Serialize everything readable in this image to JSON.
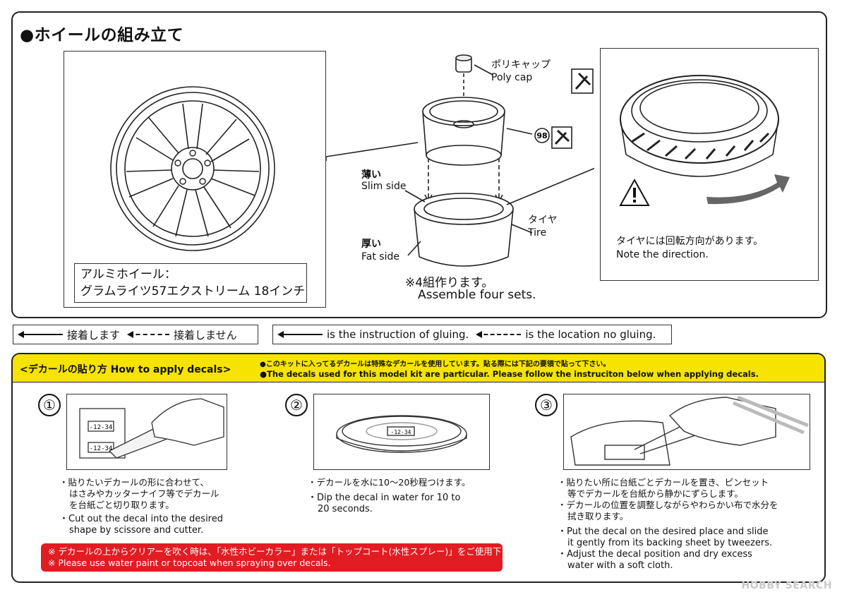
{
  "wheel_section": {
    "title": "●ホイールの組み立て",
    "wheel_name_line1": "アルミホイール：",
    "wheel_name_line2": "グラムライツ57エクストリーム 18インチ",
    "polycap_jp": "ポリキャップ",
    "polycap_en": "Poly cap",
    "part_number": "98",
    "slim_jp": "薄い",
    "slim_en": "Slim side",
    "fat_jp": "厚い",
    "fat_en": "Fat side",
    "tire_jp": "タイヤ",
    "tire_en": "Tire",
    "assemble_jp": "※4組作ります。",
    "assemble_en": "Assemble four sets.",
    "direction_jp": "タイヤには回転方向があります。",
    "direction_en": "Note the direction."
  },
  "legend": {
    "glue_jp": "接着します",
    "noglue_jp": "接着しません",
    "glue_en": "is the instruction of gluing.",
    "noglue_en": "is the location no gluing."
  },
  "decals": {
    "title": "<デカールの貼り方 How to apply decals>",
    "info_jp": "●このキットに入ってるデカールは特殊なデカールを使用しています。貼る際には下記の要領で貼って下さい。",
    "info_en": "●The decals used for this model kit are particular. Please follow the instruciton below when applying decals.",
    "steps": [
      {
        "num": "①",
        "jp1": "・貼りたいデカールの形に合わせて、",
        "jp2": "はさみやカッターナイフ等でデカール",
        "jp3": "を台紙ごと切り取ります。",
        "en1": "・Cut out the decal into the desired",
        "en2": "shape by scissore and cutter."
      },
      {
        "num": "②",
        "jp1": "・デカールを水に10〜20秒程つけます。",
        "en1": "・Dip the decal in water for 10 to",
        "en2": "20 seconds."
      },
      {
        "num": "③",
        "jp1": "・貼りたい所に台紙ごとデカールを置き、ピンセット",
        "jp2": "等でデカールを台紙から静かにずらします。",
        "jp3": "・デカールの位置を調整しながらやわらかい布で水分を",
        "jp4": "拭き取ります。",
        "en1": "・Put the decal on the desired place and slide",
        "en2": "it gently from its backing sheet by tweezers.",
        "en3": "・Adjust the decal position and dry excess",
        "en4": "water with a soft cloth."
      }
    ],
    "decal_code": "-12-34",
    "warning_jp": "※ デカールの上からクリアーを吹く時は、「水性ホビーカラー」または「トップコート(水性スプレー)」をご使用下さい。",
    "warning_en": "※ Please use water paint or topcoat when spraying over decals."
  },
  "watermark": "HOBBY SEARCH",
  "colors": {
    "yellow": "#f6e300",
    "red": "#e11c23"
  }
}
